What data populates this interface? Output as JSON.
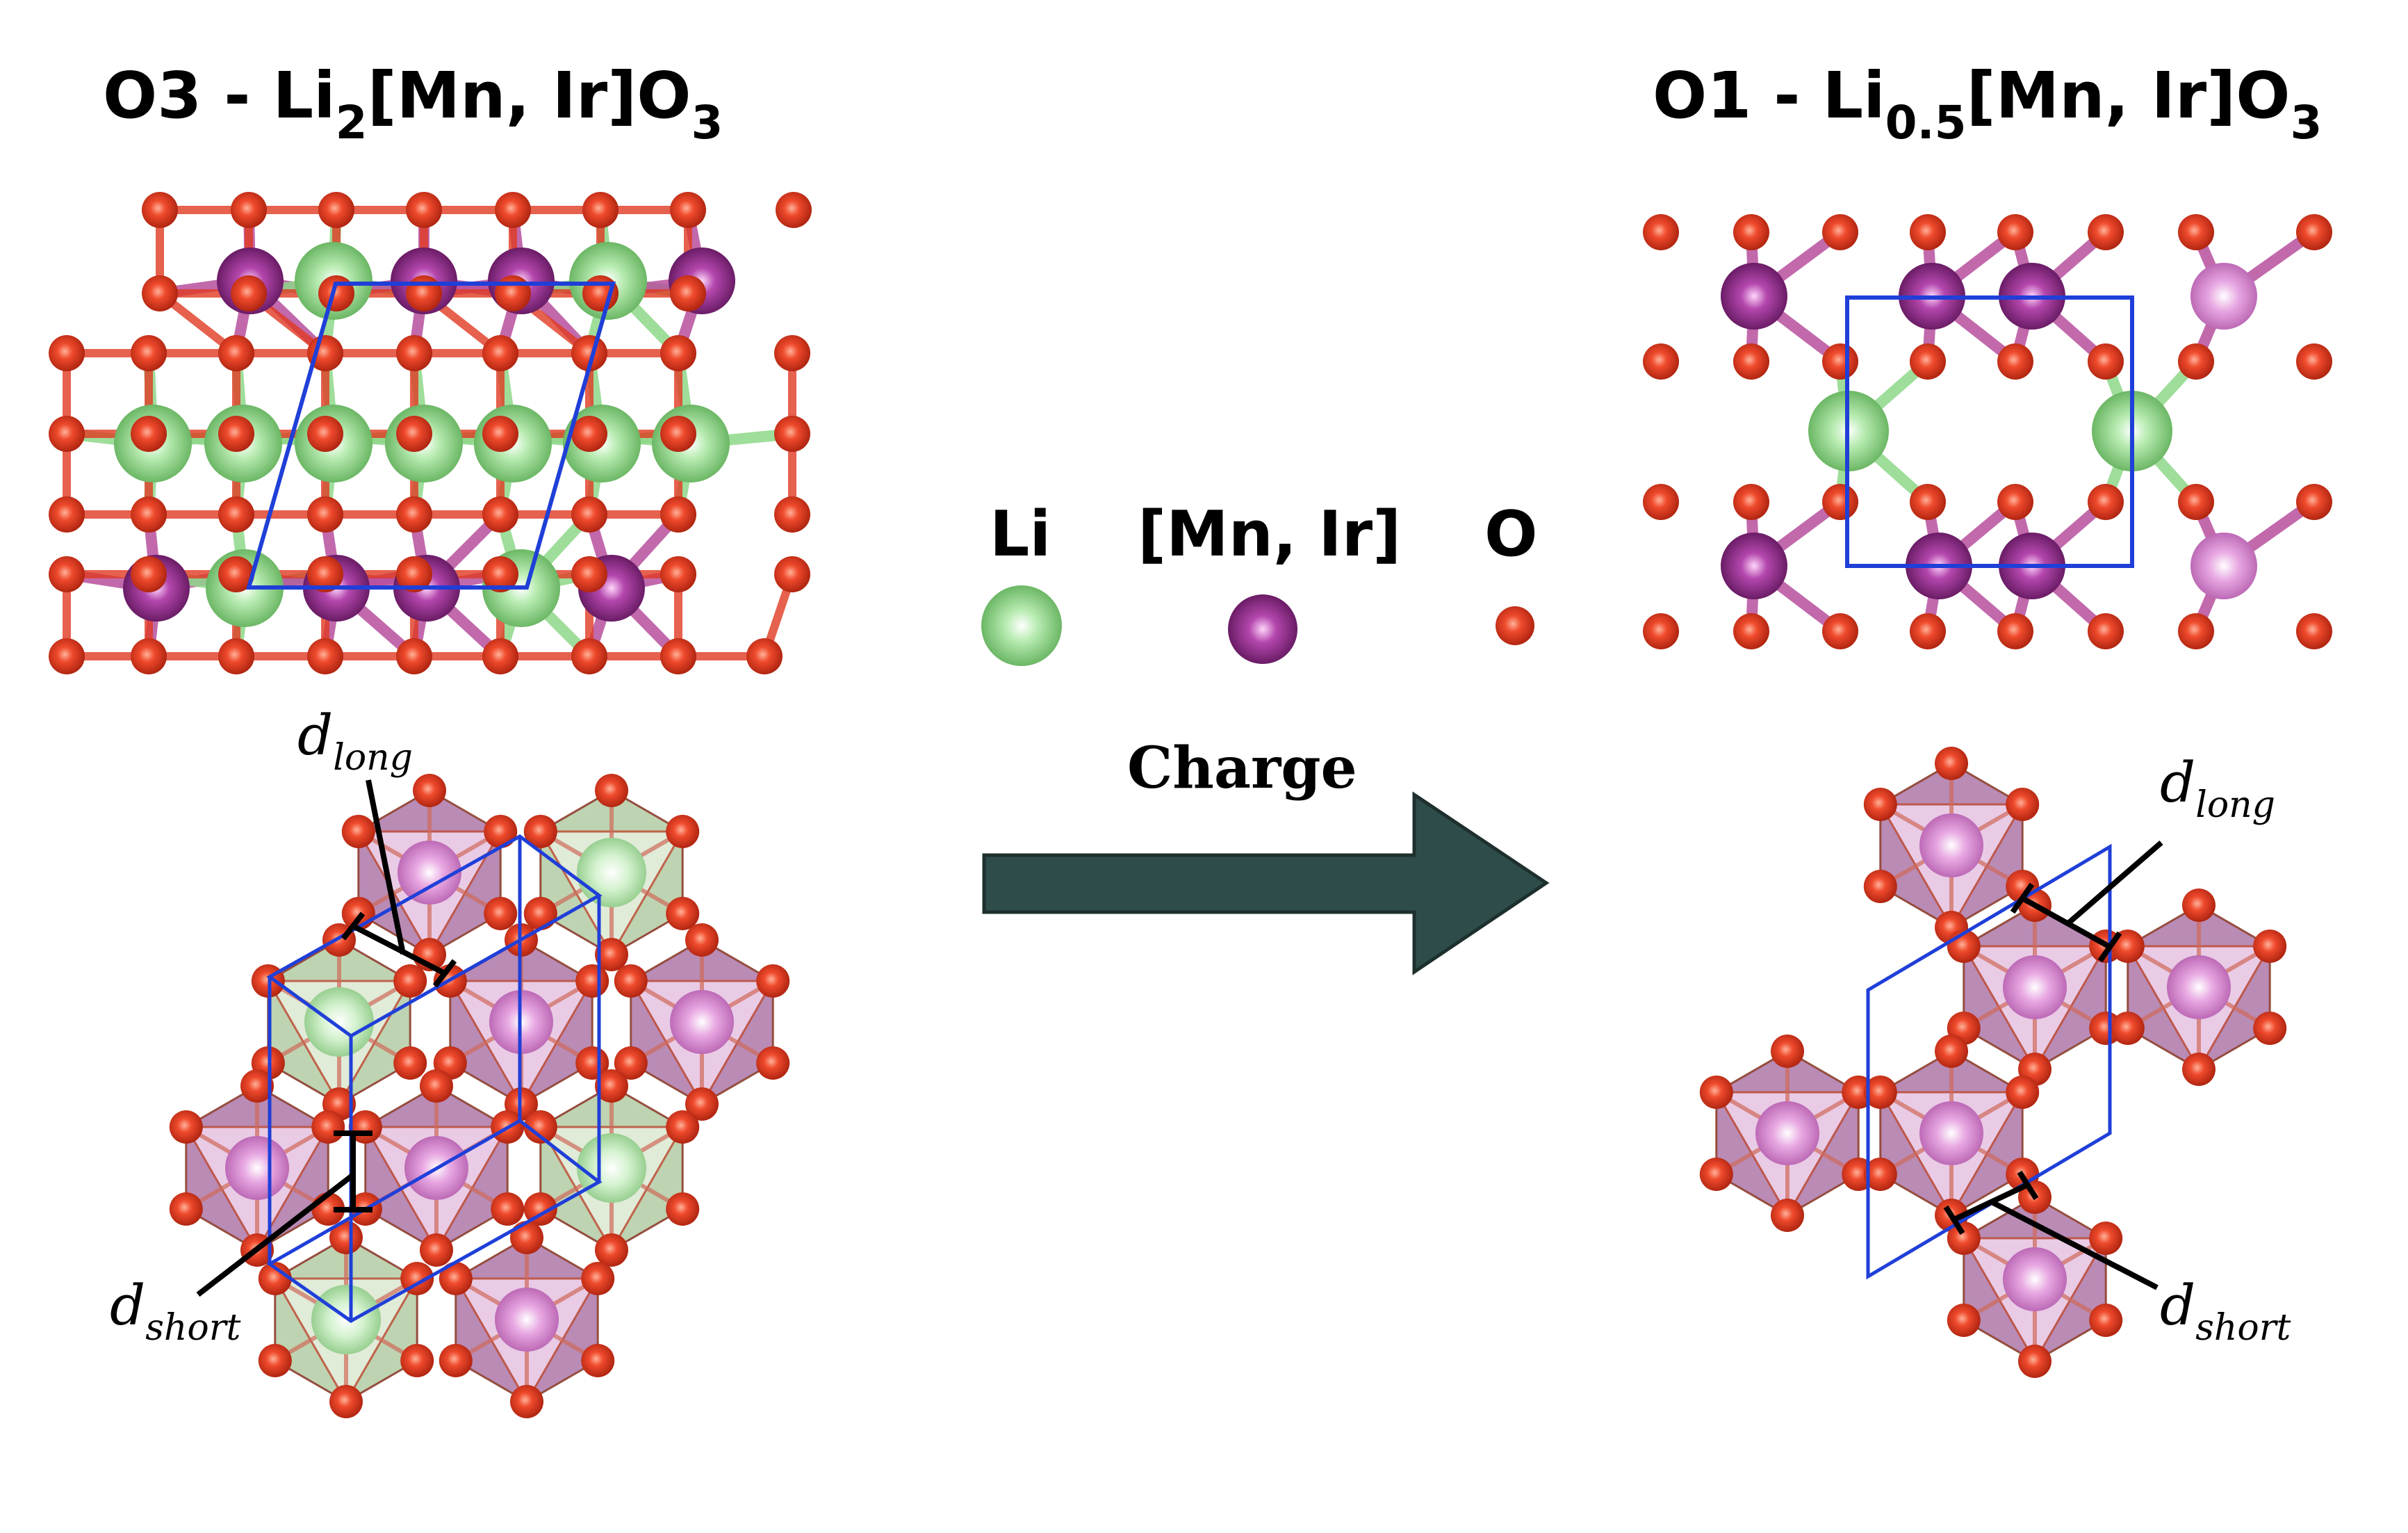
{
  "left_title": {
    "main": "O3 - Li",
    "sub": "2",
    "main2": "[Mn, Ir]O",
    "sub2": "3"
  },
  "right_title": {
    "main": "O1 - Li",
    "sub": "0.5",
    "main2": "[Mn, Ir]O",
    "sub2": "3"
  },
  "legend": {
    "li": "Li",
    "mn_ir": "[Mn, Ir]",
    "o": "O"
  },
  "arrow_label": "Charge",
  "distances": {
    "d": "d",
    "long": "long",
    "short": "short"
  },
  "colors": {
    "li": "#8fd88a",
    "tm": "#a0309a",
    "o": "#e03a22",
    "cell": "#1f3fd8",
    "arrow": "#2e4d4a",
    "li_poly": "#7ea070",
    "tm_poly": "#8e4a8a"
  }
}
